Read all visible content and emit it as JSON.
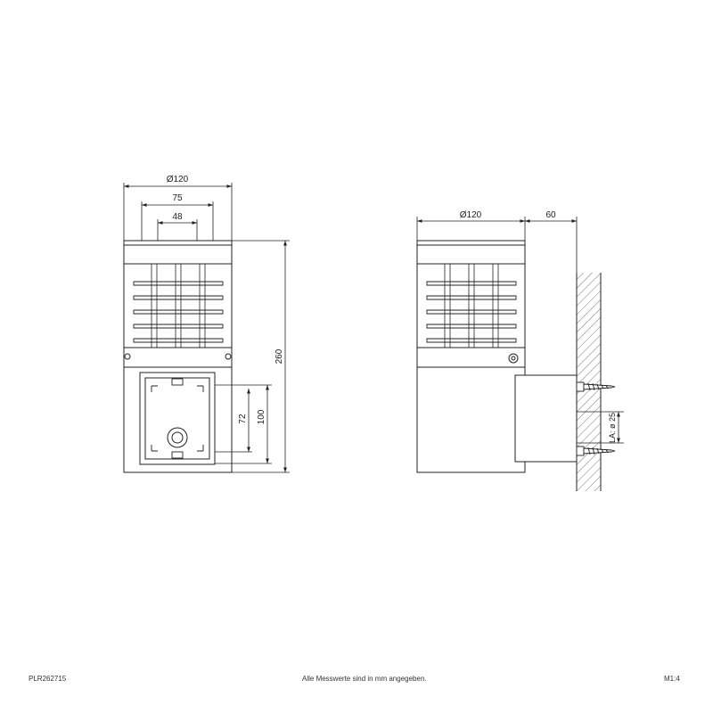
{
  "front_view": {
    "dim_outer_diameter": "Ø120",
    "dim_width_75": "75",
    "dim_width_48": "48",
    "dim_height_total": "260",
    "dim_height_100": "100",
    "dim_height_72": "72"
  },
  "side_view": {
    "dim_diameter": "Ø120",
    "dim_depth": "60",
    "dim_cable_entry": "LA: ø 25"
  },
  "footer": {
    "article_number": "PLR262715",
    "note": "Alle Messwerte sind in mm angegeben.",
    "scale": "M1:4"
  }
}
